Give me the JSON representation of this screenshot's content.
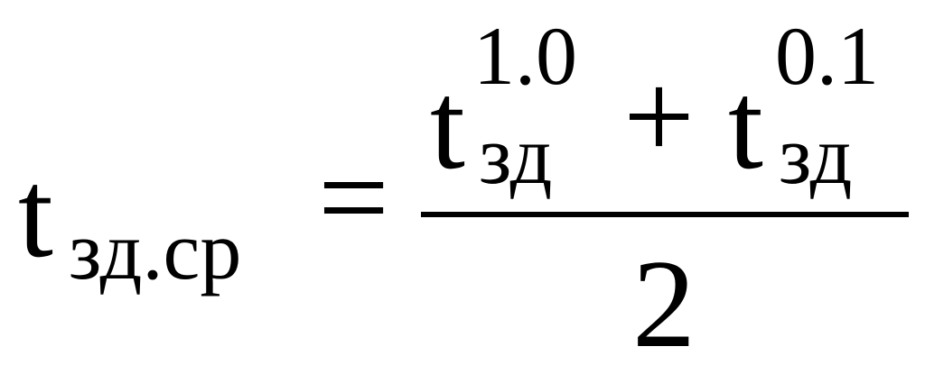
{
  "formula": {
    "lhs": {
      "base": "t",
      "subscript": "зд.ср"
    },
    "equals": "=",
    "numerator": {
      "term1": {
        "base": "t",
        "superscript": "1.0",
        "subscript": "зд"
      },
      "operator": "+",
      "term2": {
        "base": "t",
        "superscript": "0.1",
        "subscript": "зд"
      }
    },
    "denominator": "2",
    "colors": {
      "ink": "#000000",
      "background": "#ffffff"
    }
  }
}
